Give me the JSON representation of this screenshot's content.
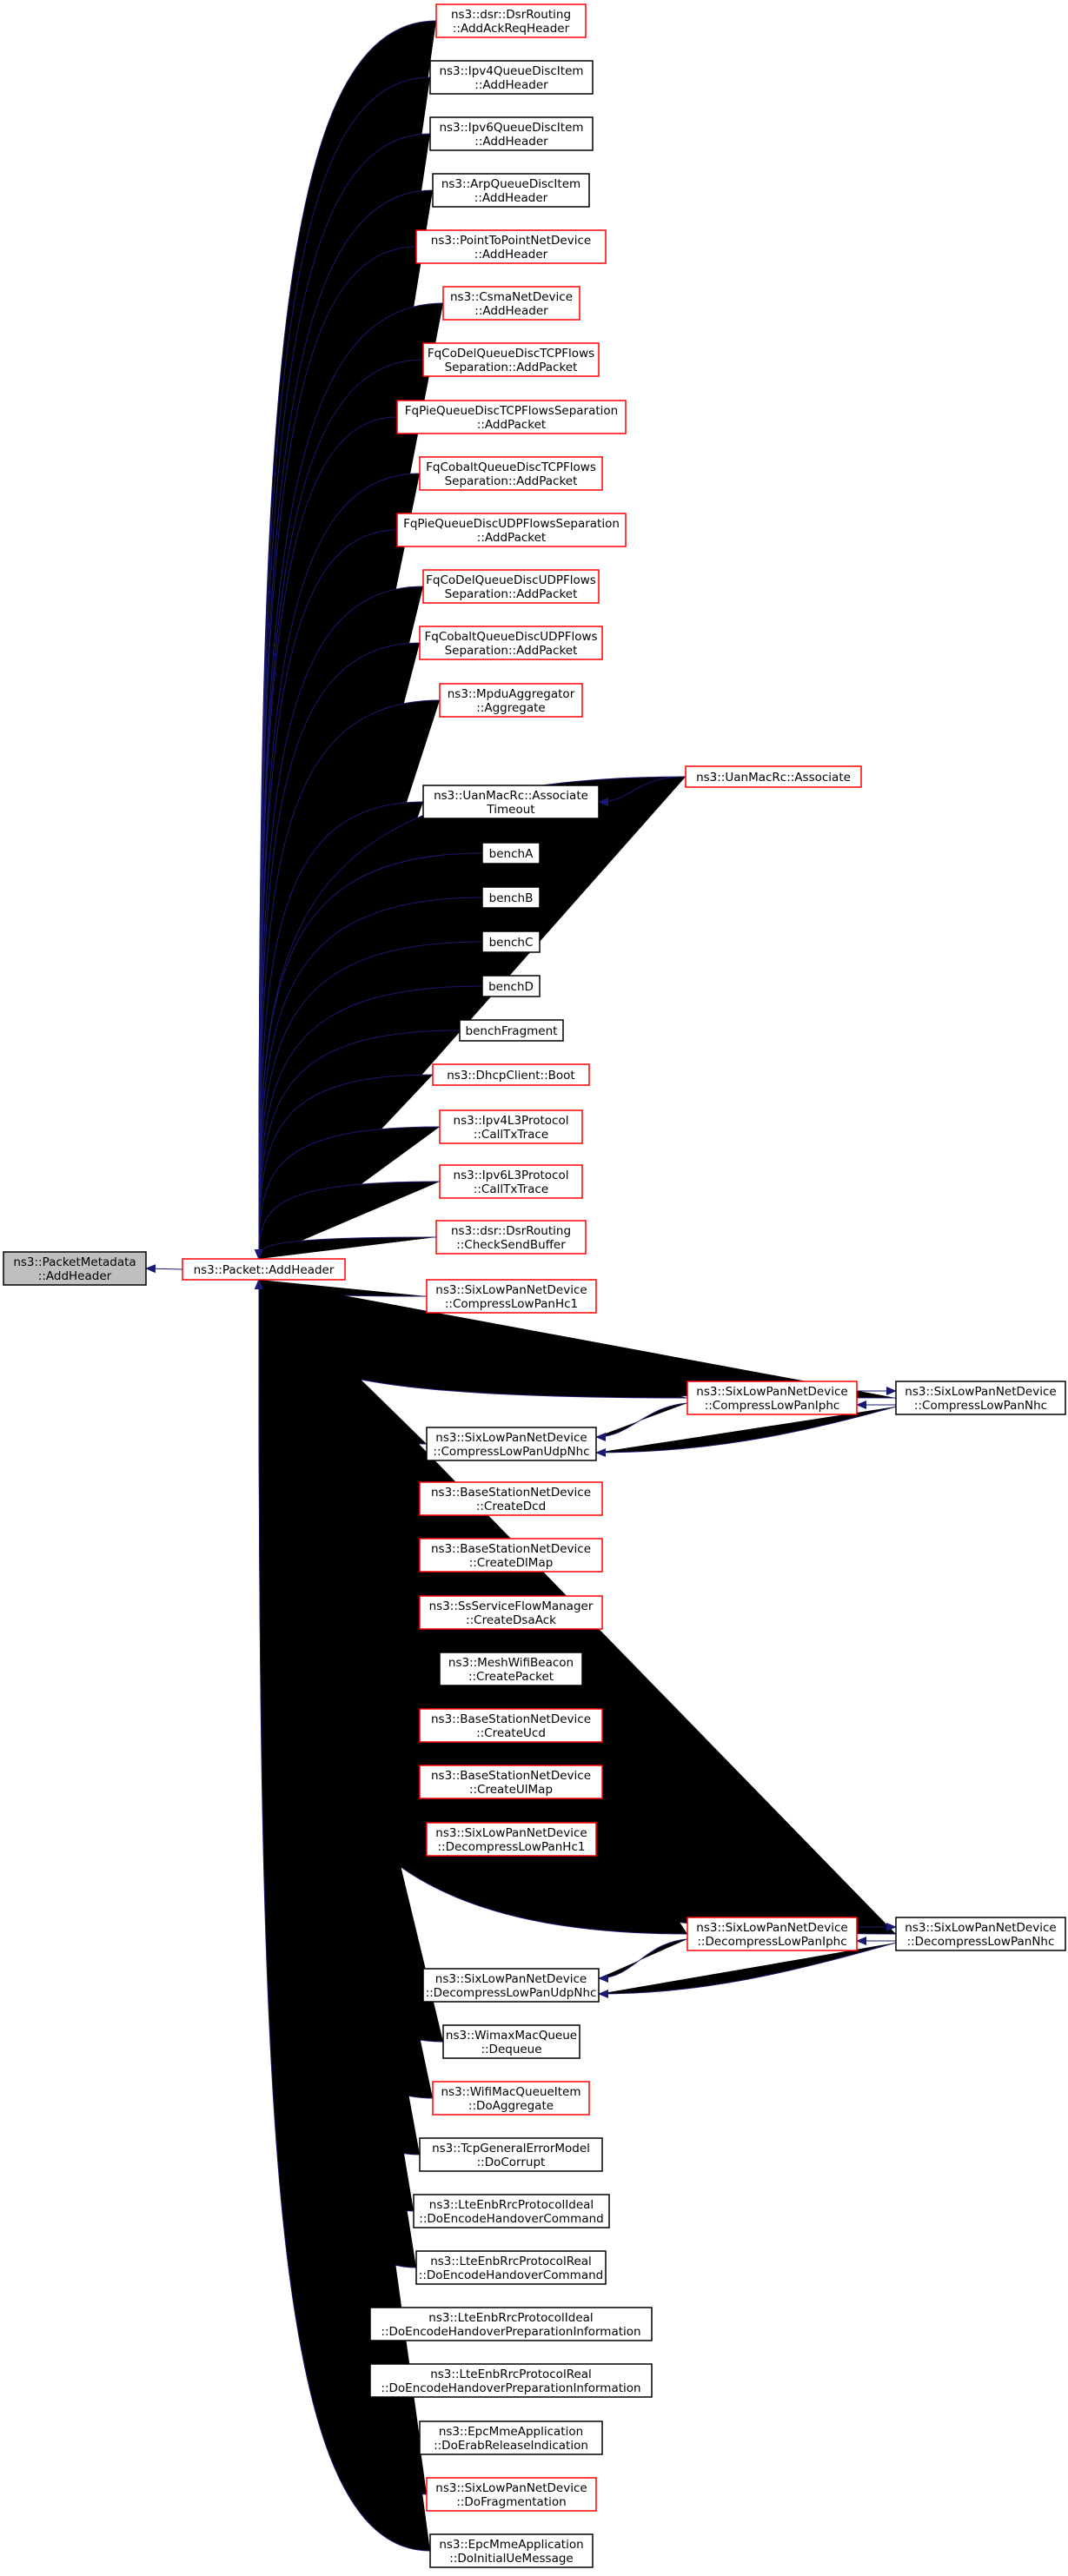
{
  "colors": {
    "edge": "#191970",
    "border_black": "#000000",
    "border_red": "#ff0000",
    "root_fill": "#bfbfbf",
    "node_fill": "#ffffff"
  },
  "nodes": [
    {
      "id": "root",
      "lines": [
        "ns3::PacketMetadata",
        "::AddHeader"
      ],
      "border": "black",
      "root": true
    },
    {
      "id": "pkt",
      "lines": [
        "ns3::Packet::AddHeader"
      ],
      "border": "red"
    },
    {
      "id": "n1",
      "lines": [
        "ns3::dsr::DsrRouting",
        "::AddAckReqHeader"
      ],
      "border": "red"
    },
    {
      "id": "n2",
      "lines": [
        "ns3::Ipv4QueueDiscItem",
        "::AddHeader"
      ],
      "border": "black"
    },
    {
      "id": "n3",
      "lines": [
        "ns3::Ipv6QueueDiscItem",
        "::AddHeader"
      ],
      "border": "black"
    },
    {
      "id": "n4",
      "lines": [
        "ns3::ArpQueueDiscItem",
        "::AddHeader"
      ],
      "border": "black"
    },
    {
      "id": "n5",
      "lines": [
        "ns3::PointToPointNetDevice",
        "::AddHeader"
      ],
      "border": "red"
    },
    {
      "id": "n6",
      "lines": [
        "ns3::CsmaNetDevice",
        "::AddHeader"
      ],
      "border": "red"
    },
    {
      "id": "n7",
      "lines": [
        "FqCoDelQueueDiscTCPFlows",
        "Separation::AddPacket"
      ],
      "border": "red"
    },
    {
      "id": "n8",
      "lines": [
        "FqPieQueueDiscTCPFlowsSeparation",
        "::AddPacket"
      ],
      "border": "red"
    },
    {
      "id": "n9",
      "lines": [
        "FqCobaltQueueDiscTCPFlows",
        "Separation::AddPacket"
      ],
      "border": "red"
    },
    {
      "id": "n10",
      "lines": [
        "FqPieQueueDiscUDPFlowsSeparation",
        "::AddPacket"
      ],
      "border": "red"
    },
    {
      "id": "n11",
      "lines": [
        "FqCoDelQueueDiscUDPFlows",
        "Separation::AddPacket"
      ],
      "border": "red"
    },
    {
      "id": "n12",
      "lines": [
        "FqCobaltQueueDiscUDPFlows",
        "Separation::AddPacket"
      ],
      "border": "red"
    },
    {
      "id": "n13",
      "lines": [
        "ns3::MpduAggregator",
        "::Aggregate"
      ],
      "border": "red"
    },
    {
      "id": "n14",
      "lines": [
        "ns3::UanMacRc::Associate",
        "Timeout"
      ],
      "border": "black"
    },
    {
      "id": "n15",
      "lines": [
        "benchA"
      ],
      "border": "black"
    },
    {
      "id": "n16",
      "lines": [
        "benchB"
      ],
      "border": "black"
    },
    {
      "id": "n17",
      "lines": [
        "benchC"
      ],
      "border": "black"
    },
    {
      "id": "n18",
      "lines": [
        "benchD"
      ],
      "border": "black"
    },
    {
      "id": "n19",
      "lines": [
        "benchFragment"
      ],
      "border": "black"
    },
    {
      "id": "n20",
      "lines": [
        "ns3::DhcpClient::Boot"
      ],
      "border": "red"
    },
    {
      "id": "n21",
      "lines": [
        "ns3::Ipv4L3Protocol",
        "::CallTxTrace"
      ],
      "border": "red"
    },
    {
      "id": "n22",
      "lines": [
        "ns3::Ipv6L3Protocol",
        "::CallTxTrace"
      ],
      "border": "red"
    },
    {
      "id": "n23",
      "lines": [
        "ns3::dsr::DsrRouting",
        "::CheckSendBuffer"
      ],
      "border": "red"
    },
    {
      "id": "n24",
      "lines": [
        "ns3::SixLowPanNetDevice",
        "::CompressLowPanHc1"
      ],
      "border": "red"
    },
    {
      "id": "n25",
      "lines": [
        "ns3::SixLowPanNetDevice",
        "::CompressLowPanUdpNhc"
      ],
      "border": "black"
    },
    {
      "id": "n26",
      "lines": [
        "ns3::BaseStationNetDevice",
        "::CreateDcd"
      ],
      "border": "red"
    },
    {
      "id": "n27",
      "lines": [
        "ns3::BaseStationNetDevice",
        "::CreateDlMap"
      ],
      "border": "red"
    },
    {
      "id": "n28",
      "lines": [
        "ns3::SsServiceFlowManager",
        "::CreateDsaAck"
      ],
      "border": "red"
    },
    {
      "id": "n29",
      "lines": [
        "ns3::MeshWifiBeacon",
        "::CreatePacket"
      ],
      "border": "black"
    },
    {
      "id": "n30",
      "lines": [
        "ns3::BaseStationNetDevice",
        "::CreateUcd"
      ],
      "border": "red"
    },
    {
      "id": "n31",
      "lines": [
        "ns3::BaseStationNetDevice",
        "::CreateUlMap"
      ],
      "border": "red"
    },
    {
      "id": "n32",
      "lines": [
        "ns3::SixLowPanNetDevice",
        "::DecompressLowPanHc1"
      ],
      "border": "red"
    },
    {
      "id": "n33",
      "lines": [
        "ns3::SixLowPanNetDevice",
        "::DecompressLowPanUdpNhc"
      ],
      "border": "black"
    },
    {
      "id": "n34",
      "lines": [
        "ns3::WimaxMacQueue",
        "::Dequeue"
      ],
      "border": "black"
    },
    {
      "id": "n35",
      "lines": [
        "ns3::WifiMacQueueItem",
        "::DoAggregate"
      ],
      "border": "red"
    },
    {
      "id": "n36",
      "lines": [
        "ns3::TcpGeneralErrorModel",
        "::DoCorrupt"
      ],
      "border": "black"
    },
    {
      "id": "n37",
      "lines": [
        "ns3::LteEnbRrcProtocolIdeal",
        "::DoEncodeHandoverCommand"
      ],
      "border": "black"
    },
    {
      "id": "n38",
      "lines": [
        "ns3::LteEnbRrcProtocolReal",
        "::DoEncodeHandoverCommand"
      ],
      "border": "black"
    },
    {
      "id": "n39",
      "lines": [
        "ns3::LteEnbRrcProtocolIdeal",
        "::DoEncodeHandoverPreparationInformation"
      ],
      "border": "black"
    },
    {
      "id": "n40",
      "lines": [
        "ns3::LteEnbRrcProtocolReal",
        "::DoEncodeHandoverPreparationInformation"
      ],
      "border": "black"
    },
    {
      "id": "n41",
      "lines": [
        "ns3::EpcMmeApplication",
        "::DoErabReleaseIndication"
      ],
      "border": "black"
    },
    {
      "id": "n42",
      "lines": [
        "ns3::SixLowPanNetDevice",
        "::DoFragmentation"
      ],
      "border": "red"
    },
    {
      "id": "n43",
      "lines": [
        "ns3::EpcMmeApplication",
        "::DoInitialUeMessage"
      ],
      "border": "black"
    },
    {
      "id": "a1",
      "lines": [
        "ns3::UanMacRc::Associate"
      ],
      "border": "red"
    },
    {
      "id": "ci",
      "lines": [
        "ns3::SixLowPanNetDevice",
        "::CompressLowPanIphc"
      ],
      "border": "red"
    },
    {
      "id": "cn",
      "lines": [
        "ns3::SixLowPanNetDevice",
        "::CompressLowPanNhc"
      ],
      "border": "black"
    },
    {
      "id": "di",
      "lines": [
        "ns3::SixLowPanNetDevice",
        "::DecompressLowPanIphc"
      ],
      "border": "red"
    },
    {
      "id": "dn",
      "lines": [
        "ns3::SixLowPanNetDevice",
        "::DecompressLowPanNhc"
      ],
      "border": "black"
    }
  ],
  "edges": [
    [
      "pkt",
      "root"
    ],
    [
      "n1",
      "pkt"
    ],
    [
      "n2",
      "pkt"
    ],
    [
      "n3",
      "pkt"
    ],
    [
      "n4",
      "pkt"
    ],
    [
      "n5",
      "pkt"
    ],
    [
      "n6",
      "pkt"
    ],
    [
      "n7",
      "pkt"
    ],
    [
      "n8",
      "pkt"
    ],
    [
      "n9",
      "pkt"
    ],
    [
      "n10",
      "pkt"
    ],
    [
      "n11",
      "pkt"
    ],
    [
      "n12",
      "pkt"
    ],
    [
      "n13",
      "pkt"
    ],
    [
      "n14",
      "pkt"
    ],
    [
      "a1",
      "pkt"
    ],
    [
      "n15",
      "pkt"
    ],
    [
      "n16",
      "pkt"
    ],
    [
      "n17",
      "pkt"
    ],
    [
      "n18",
      "pkt"
    ],
    [
      "n19",
      "pkt"
    ],
    [
      "n20",
      "pkt"
    ],
    [
      "n21",
      "pkt"
    ],
    [
      "n22",
      "pkt"
    ],
    [
      "n23",
      "pkt"
    ],
    [
      "n24",
      "pkt"
    ],
    [
      "cn",
      "pkt"
    ],
    [
      "ci",
      "pkt"
    ],
    [
      "n25",
      "pkt"
    ],
    [
      "n26",
      "pkt"
    ],
    [
      "n27",
      "pkt"
    ],
    [
      "n28",
      "pkt"
    ],
    [
      "n29",
      "pkt"
    ],
    [
      "n30",
      "pkt"
    ],
    [
      "n31",
      "pkt"
    ],
    [
      "n32",
      "pkt"
    ],
    [
      "dn",
      "pkt"
    ],
    [
      "di",
      "pkt"
    ],
    [
      "n33",
      "pkt"
    ],
    [
      "n34",
      "pkt"
    ],
    [
      "n35",
      "pkt"
    ],
    [
      "n36",
      "pkt"
    ],
    [
      "n37",
      "pkt"
    ],
    [
      "n38",
      "pkt"
    ],
    [
      "n39",
      "pkt"
    ],
    [
      "n40",
      "pkt"
    ],
    [
      "n41",
      "pkt"
    ],
    [
      "n42",
      "pkt"
    ],
    [
      "n43",
      "pkt"
    ],
    [
      "a1",
      "n14"
    ],
    [
      "ci",
      "n25"
    ],
    [
      "cn",
      "n25"
    ],
    [
      "cn",
      "ci"
    ],
    [
      "ci",
      "cn"
    ],
    [
      "di",
      "n33"
    ],
    [
      "dn",
      "n33"
    ],
    [
      "dn",
      "di"
    ],
    [
      "di",
      "dn"
    ]
  ]
}
